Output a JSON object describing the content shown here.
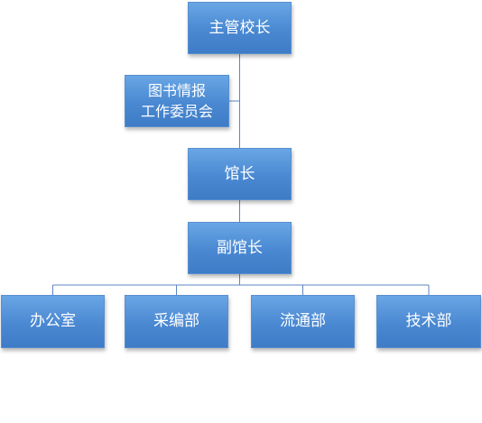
{
  "diagram": {
    "nodes": {
      "principal": "主管校长",
      "committee_line1": "图书情报",
      "committee_line2": "工作委员会",
      "director": "馆长",
      "deputy": "副馆长",
      "office": "办公室",
      "acquisition": "采编部",
      "circulation": "流通部",
      "technology": "技术部"
    },
    "edges": [
      [
        "principal",
        "director"
      ],
      [
        "principal",
        "committee"
      ],
      [
        "director",
        "deputy"
      ],
      [
        "deputy",
        "office"
      ],
      [
        "deputy",
        "acquisition"
      ],
      [
        "deputy",
        "circulation"
      ],
      [
        "deputy",
        "technology"
      ]
    ],
    "colors": {
      "node_fill_top": "#69a6e5",
      "node_fill_bottom": "#3e7cc7",
      "connector": "#5b87c1",
      "text": "#ffffff"
    }
  }
}
